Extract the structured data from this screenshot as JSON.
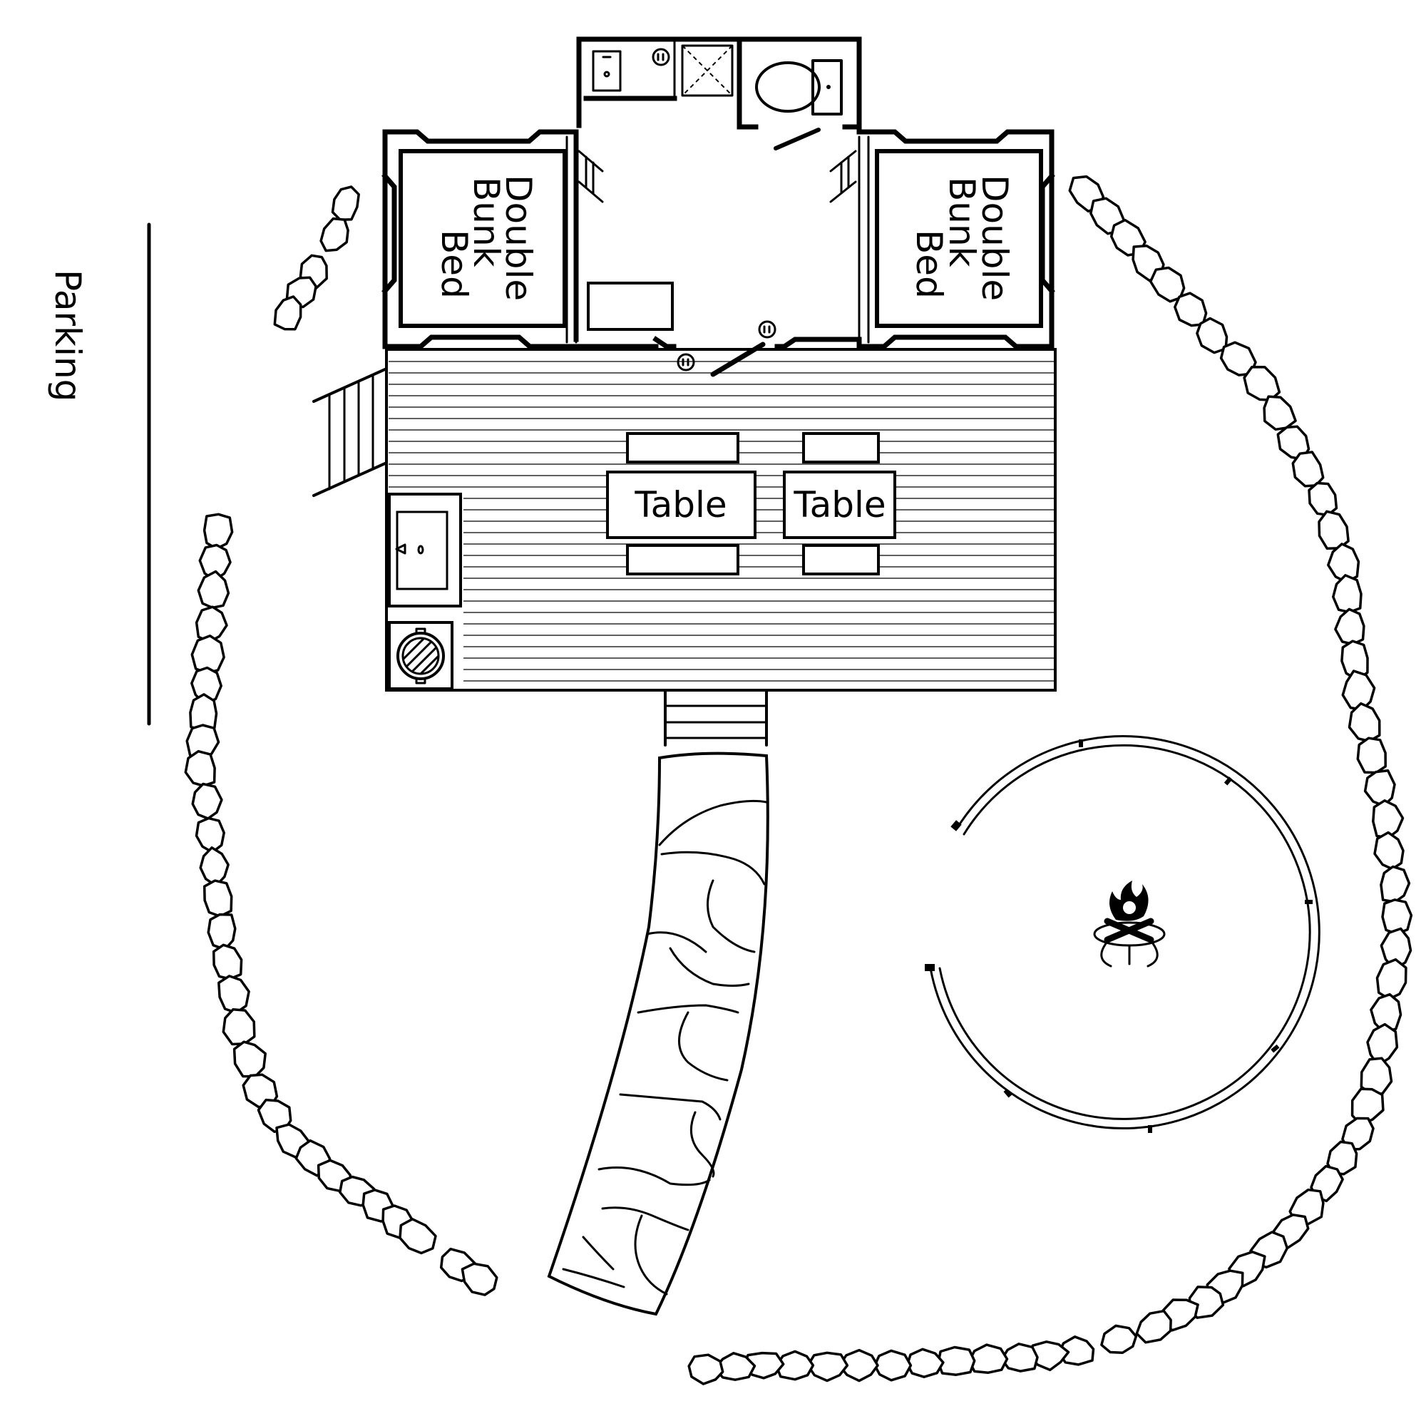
{
  "labels": {
    "parking": "Parking",
    "bed_left": [
      "Double",
      "Bunk",
      "Bed"
    ],
    "bed_right": [
      "Double",
      "Bunk",
      "Bed"
    ],
    "table_1": "Table",
    "table_2": "Table"
  },
  "icons": {
    "fire_pit": "campfire-icon",
    "bbq": "grill-icon",
    "sink": "sink-icon",
    "toilet": "toilet-icon",
    "shower": "shower-icon",
    "outlet": "outlet-icon"
  },
  "colors": {
    "ink": "#000000",
    "paper": "#ffffff"
  }
}
